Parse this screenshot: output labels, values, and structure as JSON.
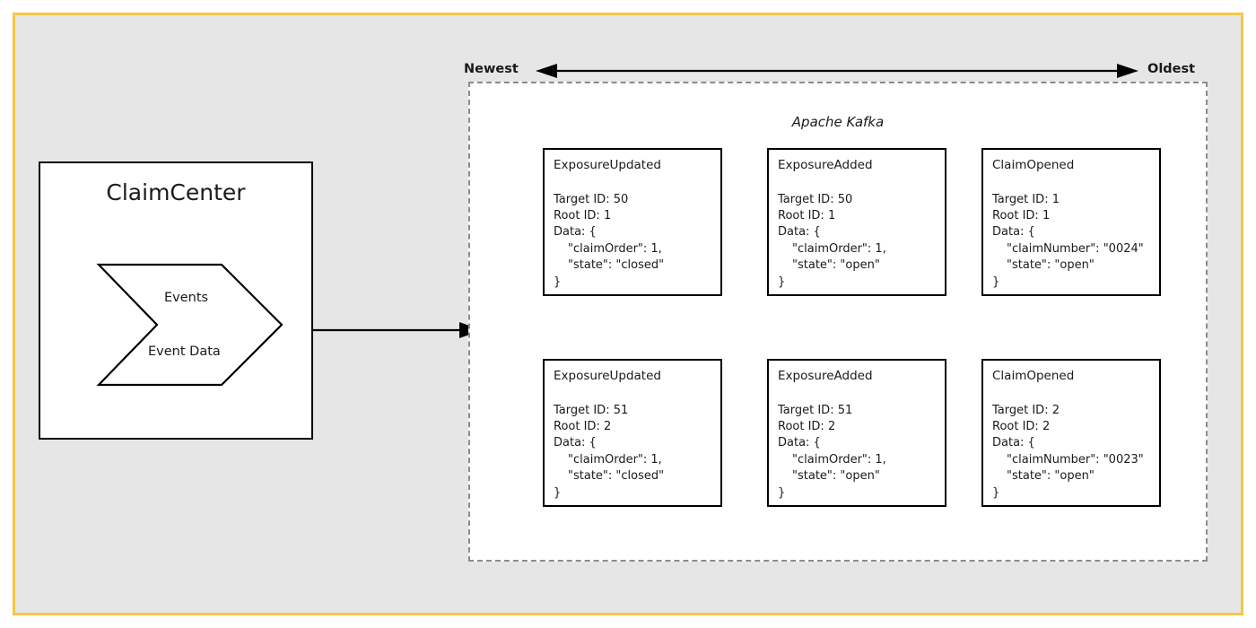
{
  "canvas": {
    "border_color": "#f2c943",
    "background_color": "#e6e6e6"
  },
  "system": {
    "title": "ClaimCenter",
    "chevron": {
      "label_top": "Events",
      "label_bottom": "Event Data"
    }
  },
  "order_axis": {
    "newest_label": "Newest",
    "oldest_label": "Oldest",
    "arrow_icon": "double-headed-arrow-icon"
  },
  "kafka": {
    "title": "Apache Kafka",
    "border_style": "dashed",
    "border_color": "#8c8c8c",
    "events": [
      {
        "position": "row-top col-1",
        "title": "ExposureUpdated",
        "target_id_line": "Target ID: 50",
        "root_id_line": "Root ID: 1",
        "data_open": "Data: {",
        "data_lines": [
          "\"claimOrder\": 1,",
          "\"state\": \"closed\""
        ],
        "data_close": "}"
      },
      {
        "position": "row-top col-2",
        "title": "ExposureAdded",
        "target_id_line": "Target ID: 50",
        "root_id_line": "Root ID: 1",
        "data_open": "Data: {",
        "data_lines": [
          "\"claimOrder\": 1,",
          "\"state\": \"open\""
        ],
        "data_close": "}"
      },
      {
        "position": "row-top col-3",
        "title": "ClaimOpened",
        "target_id_line": "Target ID: 1",
        "root_id_line": "Root ID: 1",
        "data_open": "Data: {",
        "data_lines": [
          "\"claimNumber\": \"0024\"",
          "\"state\": \"open\""
        ],
        "data_close": "}"
      },
      {
        "position": "row-bottom col-1",
        "title": "ExposureUpdated",
        "target_id_line": "Target ID: 51",
        "root_id_line": "Root ID: 2",
        "data_open": "Data: {",
        "data_lines": [
          "\"claimOrder\": 1,",
          "\"state\": \"closed\""
        ],
        "data_close": "}"
      },
      {
        "position": "row-bottom col-2",
        "title": "ExposureAdded",
        "target_id_line": "Target ID: 51",
        "root_id_line": "Root ID: 2",
        "data_open": "Data: {",
        "data_lines": [
          "\"claimOrder\": 1,",
          "\"state\": \"open\""
        ],
        "data_close": "}"
      },
      {
        "position": "row-bottom col-3",
        "title": "ClaimOpened",
        "target_id_line": "Target ID: 2",
        "root_id_line": "Root ID: 2",
        "data_open": "Data: {",
        "data_lines": [
          "\"claimNumber\": \"0023\"",
          "\"state\": \"open\""
        ],
        "data_close": "}"
      }
    ]
  },
  "flow": {
    "arrow_icon": "arrow-right-icon"
  }
}
